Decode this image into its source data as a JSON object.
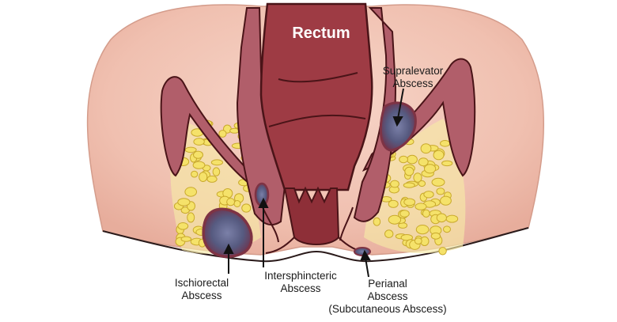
{
  "labels": {
    "rectum": "Rectum",
    "supralevator": [
      "Supralevator",
      "Abscess"
    ],
    "ischiorectal": [
      "Ischiorectal",
      "Abscess"
    ],
    "intersphincteric": [
      "Intersphincteric",
      "Abscess"
    ],
    "perianal": [
      "Perianal",
      "Abscess",
      "(Subcutaneous Abscess)"
    ]
  },
  "colors": {
    "skin": "#f2c7b8",
    "skin_shadow": "#e3a898",
    "muscle": "#a8525e",
    "muscle_outline": "#5a1f28",
    "rectum": "#9e3b44",
    "rectum_outline": "#4a1418",
    "fat": "#f5e26a",
    "fat_outline": "#c9a92c",
    "abscess": "#5b5f86",
    "abscess_rim": "#7e3344"
  }
}
